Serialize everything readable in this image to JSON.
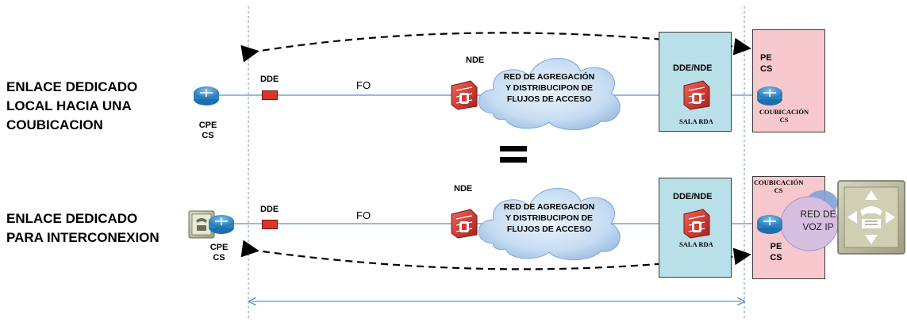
{
  "row1": {
    "label_lines": [
      "ENLACE DEDICADO",
      "LOCAL HACIA UNA",
      "COUBICACION"
    ],
    "cpe": [
      "CPE",
      "CS"
    ],
    "dde": "DDE",
    "fo": "FO",
    "nde": "NDE",
    "cloud_lines": [
      "RED DE AGREGACIÓN",
      "Y DISTRIBUCIPON DE",
      "FLUJOS DE ACCESO"
    ],
    "box_title": "DDE/NDE",
    "sala": "SALA RDA",
    "pe": [
      "PE",
      "CS"
    ],
    "coubicacion": [
      "COUBICACIÓN",
      "CS"
    ]
  },
  "equals": "=",
  "row2": {
    "label_lines": [
      "ENLACE DEDICADO",
      "PARA INTERCONEXION"
    ],
    "cpe": [
      "CPE",
      "CS"
    ],
    "dde": "DDE",
    "fo": "FO",
    "nde": "NDE",
    "cloud_lines": [
      "RED DE AGREGACION",
      "Y DISTRIBUCIPON DE",
      "FLUJOS DE ACCESO"
    ],
    "box_title": "DDE/NDE",
    "sala": "SALA RDA",
    "coubicacion": [
      "COUBICACIÓN",
      "CS"
    ],
    "voip": [
      "RED DE",
      "VOZ IP"
    ],
    "pe": [
      "PE",
      "CS"
    ]
  },
  "colors": {
    "link": "#5b8fc9",
    "blue_box": "#b9dfe9",
    "pink_box": "#f7c9cf",
    "router": "#2a86c8",
    "firewall": "#d9362b",
    "cloud": "#bcd6f0"
  }
}
